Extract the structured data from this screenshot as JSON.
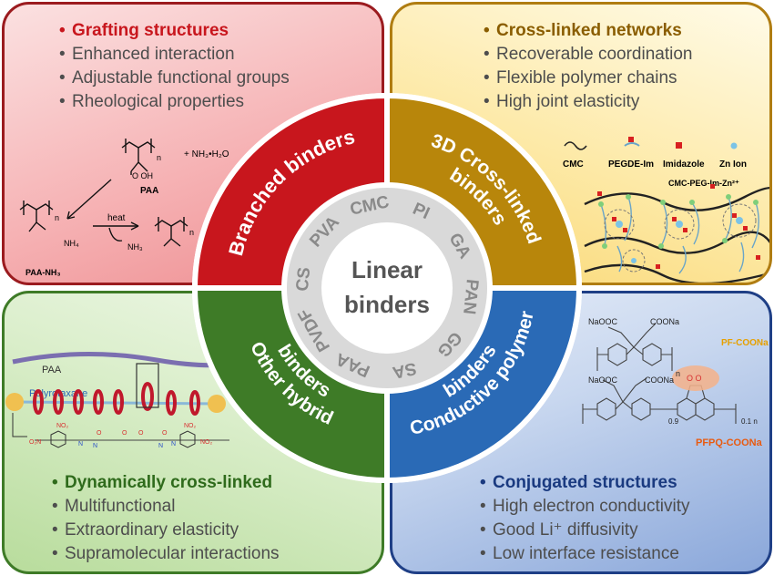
{
  "panels": {
    "top_left": {
      "heading": "Grafting structures",
      "items": [
        "Enhanced interaction",
        "Adjustable functional groups",
        "Rheological properties"
      ],
      "labels": {
        "n1": "n",
        "reagent": "+ NH₃•H₂O",
        "oh": "O   OH",
        "paa": "PAA",
        "heat": "heat",
        "nh3": "NH₃",
        "nh4": "NH₄",
        "paa_nh3": "PAA-NH₃",
        "n2": "n",
        "n3": "n"
      }
    },
    "top_right": {
      "heading": "Cross-linked networks",
      "items": [
        "Recoverable coordination",
        "Flexible polymer chains",
        "High joint elasticity"
      ],
      "legend": [
        "CMC",
        "PEGDE-Im",
        "Imidazole",
        "Zn Ion"
      ],
      "network_label": "CMC-PEG-Im-Zn²⁺"
    },
    "bottom_left": {
      "heading": "Dynamically cross-linked",
      "items": [
        "Multifunctional",
        "Extraordinary elasticity",
        "Supramolecular interactions"
      ],
      "labels": {
        "paa": "PAA",
        "polyrotaxane": "Polyrotaxane"
      }
    },
    "bottom_right": {
      "heading": "Conjugated structures",
      "items": [
        "High electron conductivity",
        "Good Li⁺ diffusivity",
        "Low interface resistance"
      ],
      "labels": {
        "naooc1": "NaOOC",
        "coona1": "COONa",
        "pf": "PF-COONa",
        "naooc2": "NaOOC",
        "coona2": "COONa",
        "pfpq": "PFPQ-COONa",
        "n": "n",
        "x09": "0.9",
        "x01": "0.1 n"
      }
    }
  },
  "wheel": {
    "center_title": [
      "Linear",
      "binders"
    ],
    "ring_words": [
      "PVDF",
      "CS",
      "PVA",
      "CMC",
      "PI",
      "GA",
      "PAN",
      "GG",
      "SA",
      "PAA"
    ],
    "segments": {
      "branched": "Branched binders",
      "crosslinked": [
        "3D Cross-linked",
        "binders"
      ],
      "hybrid": [
        "Other hybrid",
        "binders"
      ],
      "conductive": [
        "Conductive polymer",
        "binders"
      ]
    }
  },
  "colors": {
    "red": "#c8161d",
    "gold": "#b8860b",
    "green": "#3e7b27",
    "blue": "#2a6ab6",
    "ring_gray": "#d9d9d9",
    "ring_text": "#8a8a8a"
  }
}
